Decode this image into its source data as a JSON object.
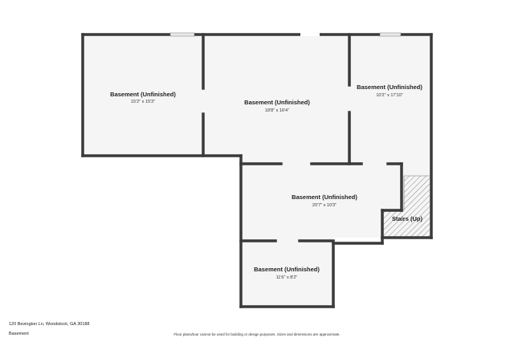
{
  "rooms": [
    {
      "name": "Basement (Unfinished)",
      "dims": "15'2\" x 15'3\""
    },
    {
      "name": "Basement (Unfinished)",
      "dims": "18'8\" x 16'4\""
    },
    {
      "name": "Basement (Unfinished)",
      "dims": "10'2\" x 17'10\""
    },
    {
      "name": "Basement (Unfinished)",
      "dims": "20'7\" x 10'3\""
    },
    {
      "name": "Basement (Unfinished)",
      "dims": "11'6\" x 8'2\""
    }
  ],
  "stairs": {
    "label": "Stairs (Up)"
  },
  "footer": {
    "address": "120 Bevington Ln, Woodstock, GA 30188",
    "level": "Basement",
    "disclaimer": "Floor plans/tour cannot be used for building or design purposes. Sizes and dimensions are approximate."
  },
  "colors": {
    "wall": "#3a3a3a",
    "floor": "#f5f5f5",
    "stairs_hatch": "#8a8a8a"
  }
}
